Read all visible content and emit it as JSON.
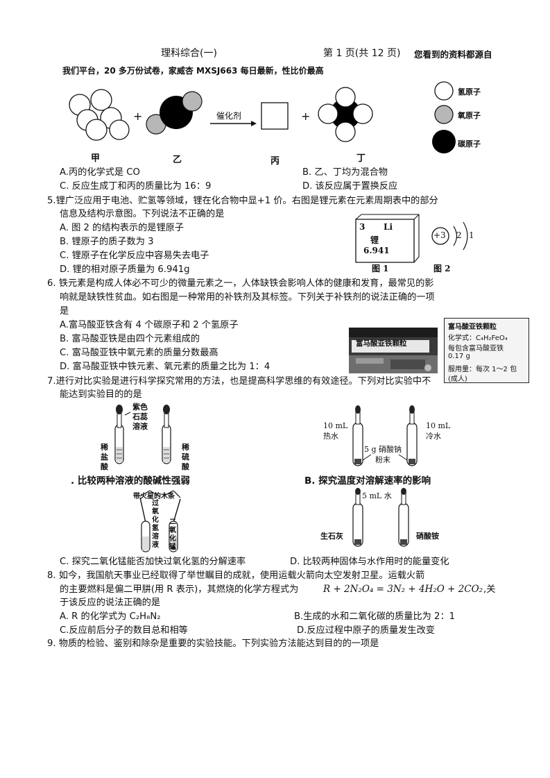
{
  "header": {
    "title": "理科综合(一)",
    "page": "第 1 页(共 12 页)",
    "tail": "您看到的资料都源自",
    "ad": "我们平台，20 多万份试卷，家威杏 MXSJ663 每日最新，性比价最高"
  },
  "reaction_figure": {
    "catalyst": "催化剂",
    "labels": [
      "甲",
      "乙",
      "丙",
      "丁"
    ],
    "legend": [
      "氢原子",
      "氧原子",
      "碳原子"
    ],
    "plus": "+"
  },
  "q4": {
    "options": [
      "A.丙的化学式是 CO",
      "B. 乙、丁均为混合物",
      "C. 反应生成丁和丙的质量比为 16：9",
      "D. 该反应属于置换反应"
    ]
  },
  "q5": {
    "stem1": "5.锂广泛应用于电池、贮氢等领域，锂在化合物中显+1 价。右图是锂元素在元素周期表中的部分",
    "stem2": "信息及结构示意图。下列说法不正确的是",
    "options": [
      "A. 图 2 的结构表示的是锂原子",
      "B. 锂原子的质子数为 3",
      "C. 锂原子在化学反应中容易失去电子",
      "D. 锂的相对原子质量为 6.941g"
    ],
    "cell": {
      "number": "3",
      "symbol": "Li",
      "name": "锂",
      "mass": "6.941"
    },
    "shell": {
      "nucleus": "+3",
      "e1": "2",
      "e2": "1"
    },
    "fig1": "图 1",
    "fig2": "图 2"
  },
  "q6": {
    "stem1": "6. 铁元素是构成人体必不可少的微量元素之一，人体缺铁会影响人体的健康和发育，最常见的影",
    "stem2": "响就是缺铁性贫血。如右图是一种常用的补铁剂及其标签。下列关于补铁剂的说法正确的一项",
    "stem3": "是",
    "options": [
      "A.富马酸亚铁含有 4 个碳原子和 2 个氢原子",
      "B. 富马酸亚铁是由四个元素组成的",
      "C. 富马酸亚铁中氧元素的质量分数最高",
      "D. 富马酸亚铁中铁元素、氧元素的质量之比为  1：4"
    ],
    "box_text": "富马酸亚铁颗粒",
    "label": {
      "title": "富马酸亚铁颗粒",
      "formula": "化学式：C₄H₂FeO₄",
      "content1": "每包含富马酸亚铁",
      "content2": "0.17 g",
      "dosage": "服用量：每次 1～2 包",
      "note": "(成人)"
    }
  },
  "q7": {
    "stem1": "7.进行对比实验是进行科学探究常用的方法，也是提高科学思维的有效途径。下列对比实验中不",
    "stem2": "能达到实验目的的是",
    "A": {
      "caption": "比较两种溶液的酸碱性强弱",
      "litmus": [
        "紫色",
        "石蕊",
        "溶液"
      ],
      "hcl": [
        "稀",
        "盐",
        "酸"
      ],
      "h2so4": [
        "稀",
        "硫",
        "酸"
      ]
    },
    "B": {
      "caption": "B. 探究温度对溶解速率的影响",
      "hot": [
        "10 mL",
        "热水"
      ],
      "cold": [
        "10 mL",
        "冷水"
      ],
      "powder": [
        "5 g 硝酸钠",
        "粉末"
      ]
    },
    "C": {
      "caption": "C. 探究二氧化锰能否加快过氧化氢的分解速率",
      "splint": "带火星的木条",
      "h2o2": "过氧化氢溶液",
      "mno2": "二氧化锰"
    },
    "D": {
      "caption": "D. 比较两种固体与水作用时的能量变化",
      "water": "5 mL 水",
      "cao": "生石灰",
      "nh4no3": "硝酸铵"
    }
  },
  "q8": {
    "stem1": "8.  如今，我国航天事业已经取得了举世瞩目的成就，使用运载火箭向太空发射卫星。运载火箭",
    "stem2": "的主要燃料是偏二甲肼(用 R 表示)，其燃烧的化学方程式为",
    "equation": "R + 2N₂O₄ = 3N₂ + 4H₂O + 2CO₂",
    "stem2_tail": ",关",
    "stem3": "于该反应的说法正确的是",
    "options": [
      "A. R 的化学式为 C₂H₈N₂",
      "B.生成的水和二氧化碳的质量比为 2：1",
      "C.反应前后分子的数目总和相等",
      "D.反应过程中原子的质量发生改变"
    ]
  },
  "q9": {
    "stem": "9.  物质的检验、鉴别和除杂是重要的实验技能。下列实验方法能达到目的的一项是"
  }
}
